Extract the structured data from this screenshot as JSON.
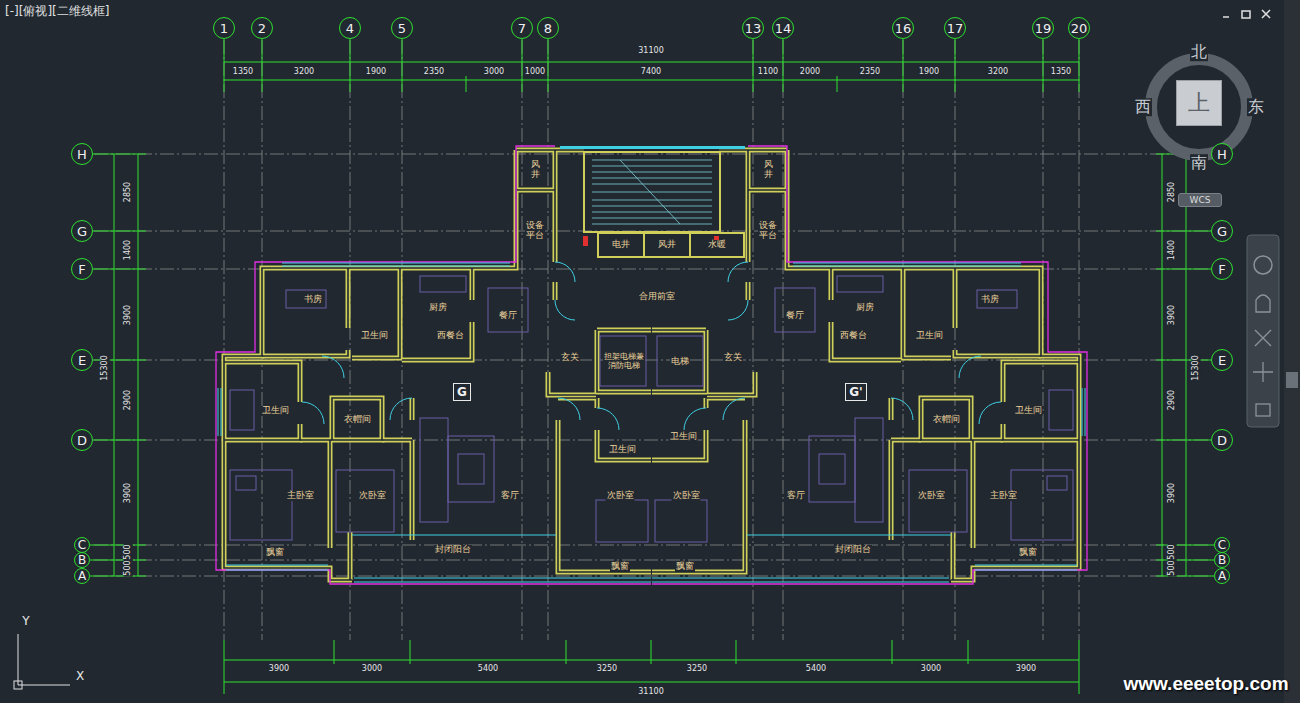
{
  "diagram": {
    "nodes": [
      {
        "text": [
          "1"
        ]
      },
      {
        "text": [
          "2"
        ]
      },
      {
        "text": [
          "4"
        ]
      },
      {
        "text": [
          "5"
        ]
      },
      {
        "text": [
          "7"
        ]
      },
      {
        "text": [
          "8"
        ]
      },
      {
        "text": [
          "13"
        ]
      },
      {
        "text": [
          "14"
        ]
      },
      {
        "text": [
          "16"
        ]
      },
      {
        "text": [
          "17"
        ]
      },
      {
        "text": [
          "19"
        ]
      },
      {
        "text": [
          "20"
        ]
      },
      {
        "text": [
          "H"
        ]
      },
      {
        "text": [
          "G"
        ]
      },
      {
        "text": [
          "F"
        ]
      },
      {
        "text": [
          "E"
        ]
      },
      {
        "text": [
          "D"
        ]
      },
      {
        "text": [
          "C"
        ]
      },
      {
        "text": [
          "B"
        ]
      },
      {
        "text": [
          "A"
        ]
      },
      {
        "text": [
          "H"
        ]
      },
      {
        "text": [
          "G"
        ]
      },
      {
        "text": [
          "F"
        ]
      },
      {
        "text": [
          "E"
        ]
      },
      {
        "text": [
          "D"
        ]
      },
      {
        "text": [
          "C"
        ]
      },
      {
        "text": [
          "B"
        ]
      },
      {
        "text": [
          "A"
        ]
      },
      {
        "text": [
          "G"
        ]
      },
      {
        "text": [
          "G'"
        ]
      },
      {
        "text": [
          "上"
        ]
      },
      {
        "text": [
          "WCS"
        ]
      }
    ],
    "labels": [
      "[-][俯视][二维线框]",
      "31100",
      "1350",
      "3200",
      "1900",
      "2350",
      "3000",
      "1000",
      "7400",
      "1100",
      "2000",
      "2350",
      "1900",
      "3200",
      "1350",
      "3900",
      "3000",
      "5400",
      "3250",
      "3250",
      "5400",
      "3000",
      "3900",
      "31100",
      "2850",
      "1400",
      "3900",
      "2900",
      "3900",
      "500",
      "500",
      "15300",
      "2850",
      "1400",
      "3900",
      "2900",
      "3900",
      "500",
      "500",
      "15300",
      "风井",
      "设备平台",
      "风井",
      "设备平台",
      "电井",
      "风井",
      "水暖",
      "合用前室",
      "书房",
      "卫生间",
      "厨房",
      "西餐台",
      "餐厅",
      "餐厅",
      "厨房",
      "西餐台",
      "卫生间",
      "书房",
      "玄关",
      "担架电梯兼消防电梯",
      "电梯",
      "玄关",
      "卫生间",
      "衣帽间",
      "卫生间",
      "卫生间",
      "衣帽间",
      "卫生间",
      "主卧室",
      "次卧室",
      "客厅",
      "次卧室",
      "次卧室",
      "客厅",
      "次卧室",
      "主卧室",
      "飘窗",
      "封闭阳台",
      "封闭阳台",
      "飘窗",
      "飘窗",
      "飘窗",
      "北",
      "西",
      "东",
      "南",
      "Y",
      "X",
      "www.eeeetop.com"
    ]
  }
}
